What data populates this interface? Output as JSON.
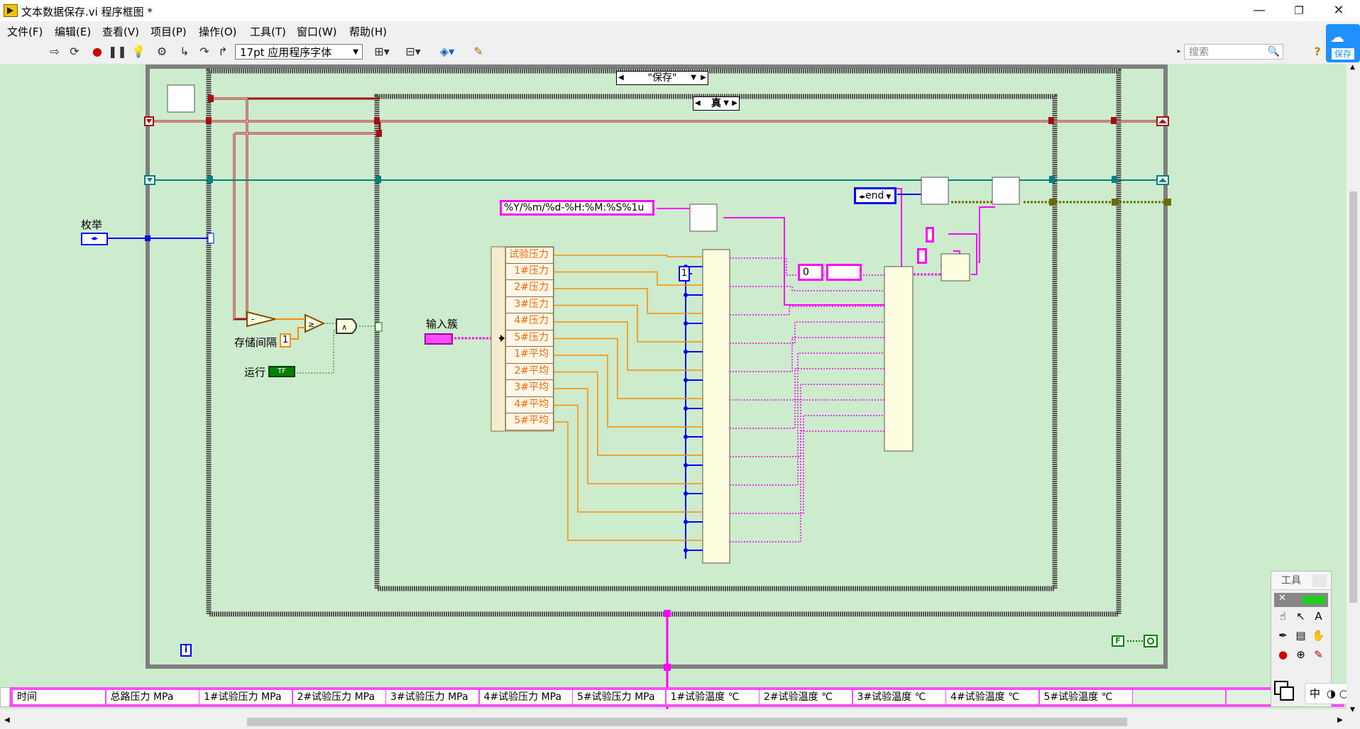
{
  "window": {
    "title": "文本数据保存.vi 程序框图 *",
    "minimize": "—",
    "restore": "❐",
    "close": "✕"
  },
  "menu": [
    "文件(F)",
    "编辑(E)",
    "查看(V)",
    "项目(P)",
    "操作(O)",
    "工具(T)",
    "窗口(W)",
    "帮助(H)"
  ],
  "toolbar": {
    "font": "17pt 应用程序字体",
    "search_placeholder": "搜索",
    "help": "?",
    "save_tab": "保存"
  },
  "diagram": {
    "case_outer": "\"保存\"",
    "case_inner": "真",
    "enum_label": "枚举",
    "interval_label": "存储间隔",
    "interval_const": "1",
    "run_label": "运行",
    "run_indicator": "TF",
    "cluster_label": "输入簇",
    "time_format": "%Y/%m/%d-%H:%M:%S%1u",
    "end_const": "end",
    "index_const": "1",
    "zero_const": "0",
    "loop_i": "i",
    "stop_const": "F",
    "unbundle_items": [
      "试验压力",
      "1#压力",
      "2#压力",
      "3#压力",
      "4#压力",
      "5#压力",
      "1#平均",
      "2#平均",
      "3#平均",
      "4#平均",
      "5#平均"
    ]
  },
  "header_array": [
    "时间",
    "总路压力 MPa",
    "1#试验压力 MPa",
    "2#试验压力 MPa",
    "3#试验压力 MPa",
    "4#试验压力 MPa",
    "5#试验压力 MPa",
    "1#试验温度 ℃",
    "2#试验温度 ℃",
    "3#试验温度 ℃",
    "4#试验温度 ℃",
    "5#试验温度 ℃",
    "",
    ""
  ],
  "tools_palette": {
    "title": "工具",
    "ime": "中"
  },
  "colors": {
    "canvas": "#cdebcd",
    "string_wire": "#ff00ff",
    "numeric_wire": "#ff8c00",
    "int_wire": "#0000ff",
    "bool_wire": "#008000",
    "error_wire": "#a01010",
    "ref_wire": "#008080"
  }
}
